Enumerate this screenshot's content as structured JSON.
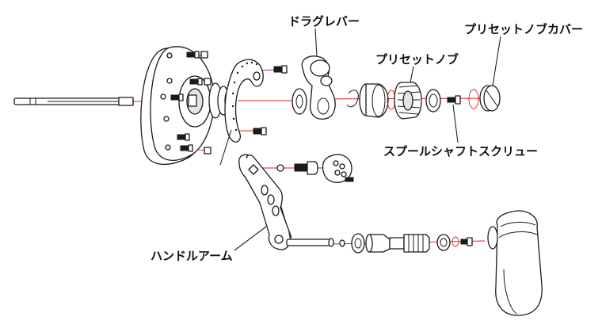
{
  "colors": {
    "axis_line": "#e02020",
    "stroke": "#1a1a1a",
    "label_text": "#111111"
  },
  "labels": {
    "drag_lever": "ドラグレバー",
    "preset_knob_cover": "プリセットノブカバー",
    "preset_knob": "プリセットノブ",
    "spool_shaft_screw": "スプールシャフトスクリュー",
    "handle_arm": "ハンドルアーム"
  }
}
